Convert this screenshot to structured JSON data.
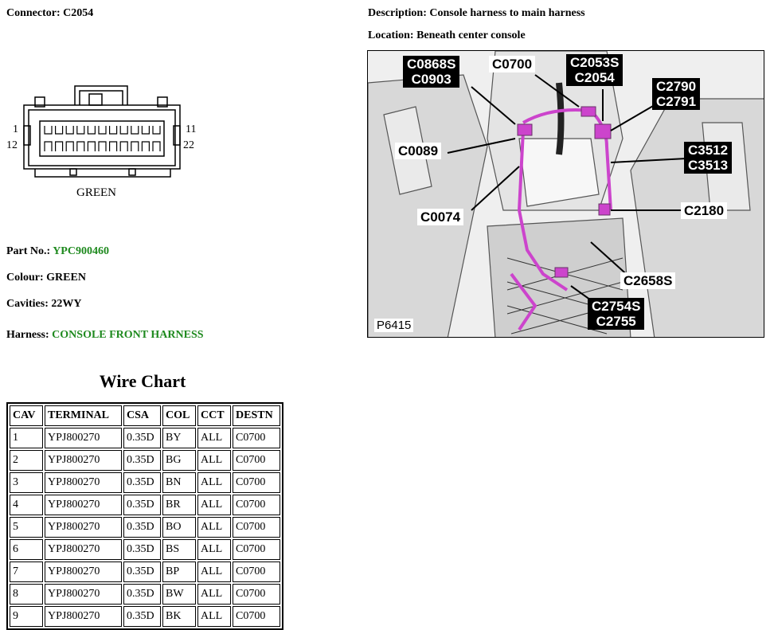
{
  "header": {
    "connector_label": "Connector:",
    "connector_value": "C2054",
    "description_label": "Description:",
    "description_value": "Console harness to main harness",
    "location_label": "Location:",
    "location_value": "Beneath center console"
  },
  "connector_face": {
    "pin_top_left": "1",
    "pin_bottom_left": "12",
    "pin_top_right": "11",
    "pin_bottom_right": "22",
    "color_label": "GREEN"
  },
  "details": {
    "part_label": "Part No.:",
    "part_value": "YPC900460",
    "colour_label": "Colour:",
    "colour_value": "GREEN",
    "cavities_label": "Cavities:",
    "cavities_value": "22WY",
    "harness_label": "Harness:",
    "harness_value": "CONSOLE FRONT HARNESS"
  },
  "location_image": {
    "figure_id": "P6415",
    "callouts": {
      "c0868s": "C0868S\nC0903",
      "c0700": "C0700",
      "c2053s": "C2053S\nC2054",
      "c2790": "C2790\nC2791",
      "c0089": "C0089",
      "c3512": "C3512\nC3513",
      "c0074": "C0074",
      "c2180": "C2180",
      "c2658s": "C2658S",
      "c2754s": "C2754S\nC2755"
    },
    "harness_color": "#cc44cc"
  },
  "wire_chart": {
    "title": "Wire Chart",
    "headers": [
      "CAV",
      "TERMINAL",
      "CSA",
      "COL",
      "CCT",
      "DESTN"
    ],
    "rows": [
      [
        "1",
        "YPJ800270",
        "0.35D",
        "BY",
        "ALL",
        "C0700"
      ],
      [
        "2",
        "YPJ800270",
        "0.35D",
        "BG",
        "ALL",
        "C0700"
      ],
      [
        "3",
        "YPJ800270",
        "0.35D",
        "BN",
        "ALL",
        "C0700"
      ],
      [
        "4",
        "YPJ800270",
        "0.35D",
        "BR",
        "ALL",
        "C0700"
      ],
      [
        "5",
        "YPJ800270",
        "0.35D",
        "BO",
        "ALL",
        "C0700"
      ],
      [
        "6",
        "YPJ800270",
        "0.35D",
        "BS",
        "ALL",
        "C0700"
      ],
      [
        "7",
        "YPJ800270",
        "0.35D",
        "BP",
        "ALL",
        "C0700"
      ],
      [
        "8",
        "YPJ800270",
        "0.35D",
        "BW",
        "ALL",
        "C0700"
      ],
      [
        "9",
        "YPJ800270",
        "0.35D",
        "BK",
        "ALL",
        "C0700"
      ]
    ]
  },
  "colors": {
    "accent_green": "#1f8a1f"
  }
}
